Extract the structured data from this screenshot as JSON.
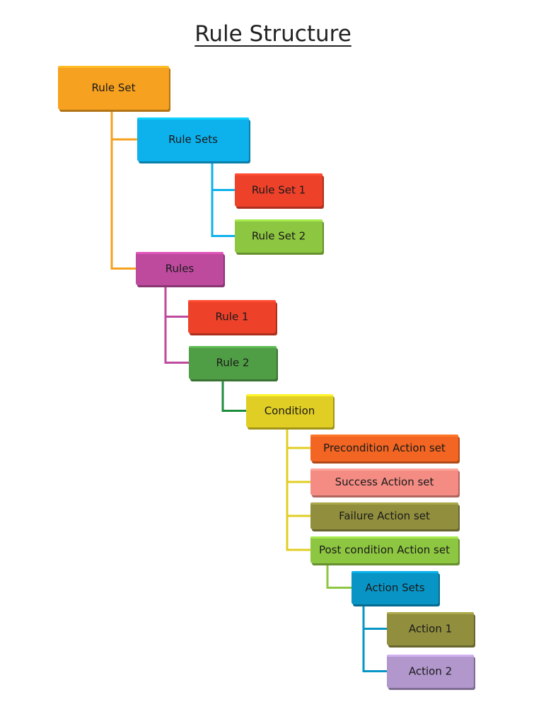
{
  "title": "Rule Structure",
  "nodes": [
    {
      "id": "rule-set",
      "label": "Rule Set",
      "color": "#F6A11F"
    },
    {
      "id": "rule-sets",
      "label": "Rule Sets",
      "color": "#0DB1EC"
    },
    {
      "id": "rule-set-1",
      "label": "Rule Set 1",
      "color": "#EE412A"
    },
    {
      "id": "rule-set-2",
      "label": "Rule Set 2",
      "color": "#8DC641"
    },
    {
      "id": "rules",
      "label": "Rules",
      "color": "#BE4A9E"
    },
    {
      "id": "rule-1",
      "label": "Rule 1",
      "color": "#EE412A"
    },
    {
      "id": "rule-2",
      "label": "Rule 2",
      "color": "#4F9E45"
    },
    {
      "id": "condition",
      "label": "Condition",
      "color": "#E1CE24"
    },
    {
      "id": "precondition-action-set",
      "label": "Precondition Action set",
      "color": "#F26522"
    },
    {
      "id": "success-action-set",
      "label": "Success Action set",
      "color": "#F48C84"
    },
    {
      "id": "failure-action-set",
      "label": "Failure Action set",
      "color": "#918E3E"
    },
    {
      "id": "post-condition-action-set",
      "label": "Post condition Action set",
      "color": "#8DC641"
    },
    {
      "id": "action-sets",
      "label": "Action Sets",
      "color": "#0895C6"
    },
    {
      "id": "action-1",
      "label": "Action 1",
      "color": "#918E3E"
    },
    {
      "id": "action-2",
      "label": "Action 2",
      "color": "#B197CC"
    }
  ],
  "edges": [
    {
      "from": "rule-set",
      "to": "rule-sets",
      "color": "#F6A11F"
    },
    {
      "from": "rule-set",
      "to": "rules",
      "color": "#F6A11F"
    },
    {
      "from": "rule-sets",
      "to": "rule-set-1",
      "color": "#0DB1EC"
    },
    {
      "from": "rule-sets",
      "to": "rule-set-2",
      "color": "#0DB1EC"
    },
    {
      "from": "rules",
      "to": "rule-1",
      "color": "#BE4A9E"
    },
    {
      "from": "rules",
      "to": "rule-2",
      "color": "#BE4A9E"
    },
    {
      "from": "rule-2",
      "to": "condition",
      "color": "#1E8C3E"
    },
    {
      "from": "condition",
      "to": "precondition-action-set",
      "color": "#E1CE24"
    },
    {
      "from": "condition",
      "to": "success-action-set",
      "color": "#E1CE24"
    },
    {
      "from": "condition",
      "to": "failure-action-set",
      "color": "#E1CE24"
    },
    {
      "from": "condition",
      "to": "post-condition-action-set",
      "color": "#E1CE24"
    },
    {
      "from": "post-condition-action-set",
      "to": "action-sets",
      "color": "#8DC641"
    },
    {
      "from": "action-sets",
      "to": "action-1",
      "color": "#0895C6"
    },
    {
      "from": "action-sets",
      "to": "action-2",
      "color": "#0895C6"
    }
  ]
}
